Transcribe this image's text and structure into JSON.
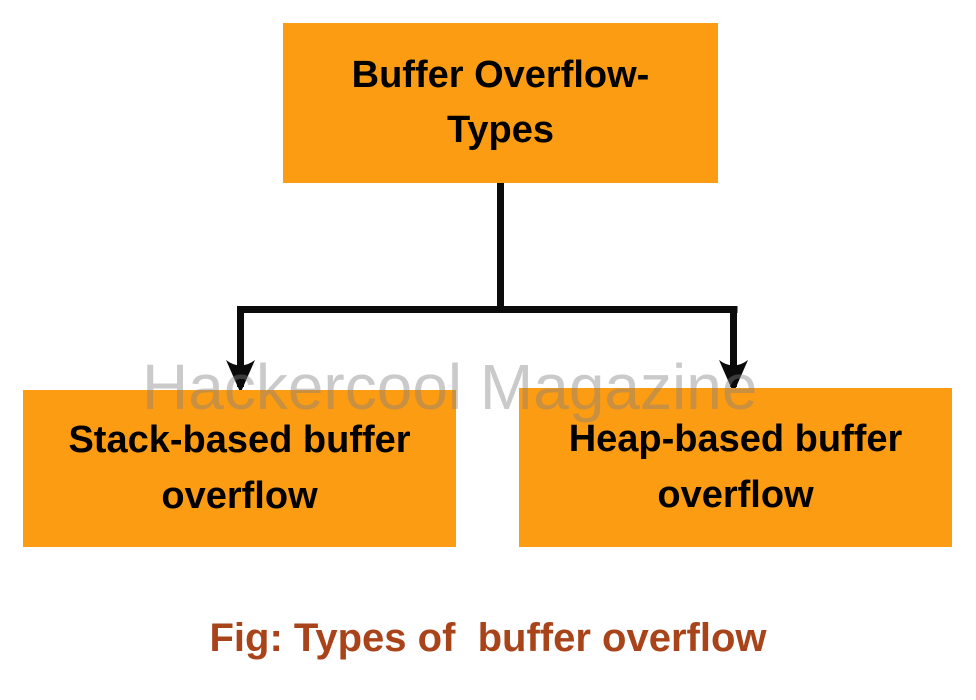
{
  "diagram": {
    "root": {
      "label": "Buffer Overflow-\nTypes"
    },
    "children": [
      {
        "label": "Stack-based buffer\noverflow"
      },
      {
        "label": "Heap-based buffer\noverflow"
      }
    ]
  },
  "watermark": {
    "text": "Hackercool Magazine"
  },
  "caption": {
    "text": "Fig: Types of  buffer overflow"
  },
  "colors": {
    "box-fill": "#FB9C12",
    "line": "#0b0b0b",
    "caption": "#A8431A",
    "watermark": "rgba(128,128,128,0.42)"
  }
}
